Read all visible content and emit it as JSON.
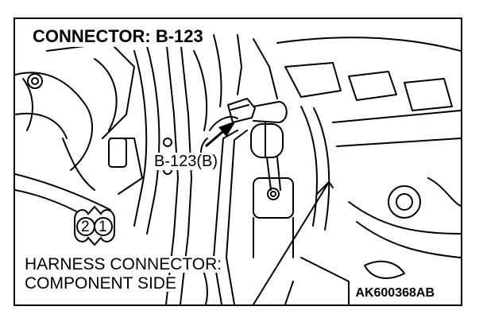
{
  "title": "CONNECTOR: B-123",
  "callout_label": "B-123(B)",
  "harness_line1": "HARNESS CONNECTOR:",
  "harness_line2": "COMPONENT SIDE",
  "figure_code": "AK600368AB",
  "connector_pins": [
    "2",
    "1"
  ],
  "colors": {
    "line": "#000000",
    "background": "#ffffff"
  }
}
